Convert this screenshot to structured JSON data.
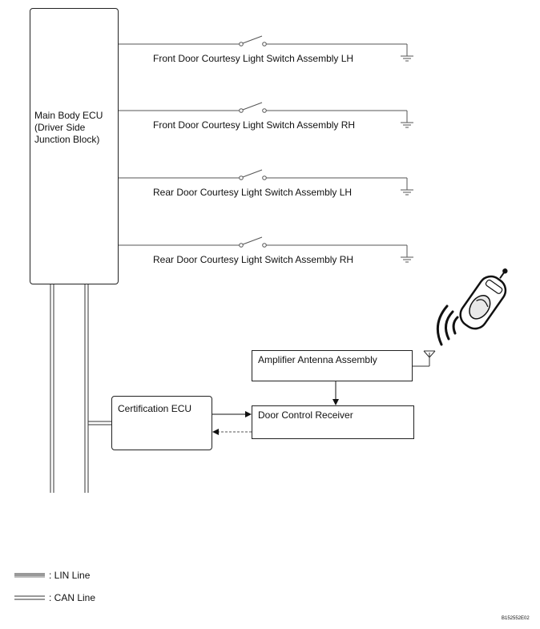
{
  "main_ecu": {
    "label": "Main Body ECU\n(Driver Side\nJunction Block)"
  },
  "switches": [
    {
      "label": "Front Door Courtesy Light Switch Assembly LH"
    },
    {
      "label": "Front Door Courtesy Light Switch Assembly RH"
    },
    {
      "label": "Rear Door Courtesy Light Switch Assembly LH"
    },
    {
      "label": "Rear Door Courtesy Light Switch Assembly RH"
    }
  ],
  "certification_ecu": {
    "label": "Certification ECU"
  },
  "amplifier_antenna": {
    "label": "Amplifier Antenna Assembly"
  },
  "door_control_receiver": {
    "label": "Door Control Receiver"
  },
  "legend": {
    "lin": ": LIN Line",
    "can": ": CAN Line"
  },
  "diagram_code": "B152552E02",
  "icons": [
    "switch-icon",
    "ground-icon",
    "antenna-icon",
    "key-fob-icon",
    "radio-wave-icon"
  ]
}
